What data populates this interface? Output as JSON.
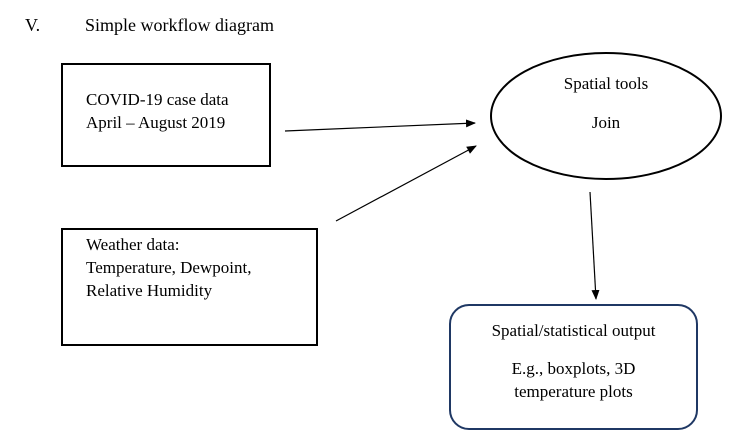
{
  "heading": {
    "number": "V.",
    "title": "Simple workflow diagram"
  },
  "nodes": {
    "covid": {
      "line1": "COVID-19 case data",
      "line2": "April – August 2019"
    },
    "weather": {
      "line1": "Weather data:",
      "line2": "Temperature, Dewpoint,",
      "line3": "Relative Humidity"
    },
    "spatial_tools": {
      "line1": "Spatial tools",
      "line2": "Join"
    },
    "output": {
      "line1": "Spatial/statistical output",
      "line2": "E.g., boxplots, 3D",
      "line3": "temperature plots"
    }
  },
  "colors": {
    "line": "#000000",
    "output_border": "#1f3864",
    "background": "#ffffff"
  }
}
